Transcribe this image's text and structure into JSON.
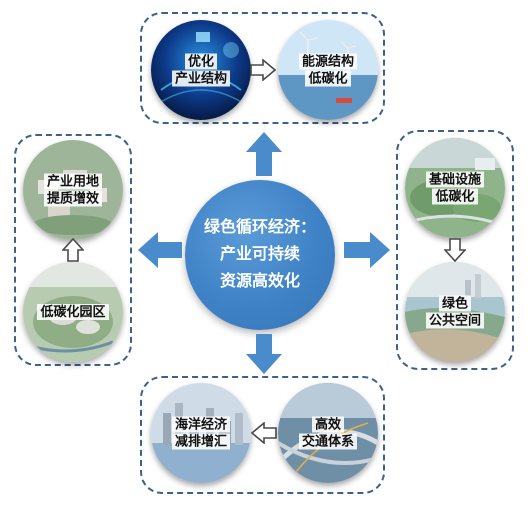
{
  "center": {
    "lines": [
      "绿色循环经济：",
      "产业可持续",
      "资源高效化"
    ],
    "color": "#3f82c6"
  },
  "groups": {
    "top": {
      "left": {
        "lines": [
          "优化",
          "产业结构"
        ]
      },
      "right": {
        "lines": [
          "能源结构",
          "低碳化"
        ]
      }
    },
    "right": {
      "top": {
        "lines": [
          "基础设施",
          "低碳化"
        ]
      },
      "bottom": {
        "lines": [
          "绿色",
          "公共空间"
        ]
      }
    },
    "bottom": {
      "left": {
        "lines": [
          "海洋经济",
          "减排增汇"
        ]
      },
      "right": {
        "lines": [
          "高效",
          "交通体系"
        ]
      }
    },
    "left": {
      "top": {
        "lines": [
          "产业用地",
          "提质增效"
        ]
      },
      "bottom": {
        "lines": [
          "低碳化园区"
        ]
      }
    }
  },
  "colors": {
    "arrow_fill": "#4a8ccb",
    "border": "#3d6289",
    "connector_arrow": "#4a4a4a"
  }
}
